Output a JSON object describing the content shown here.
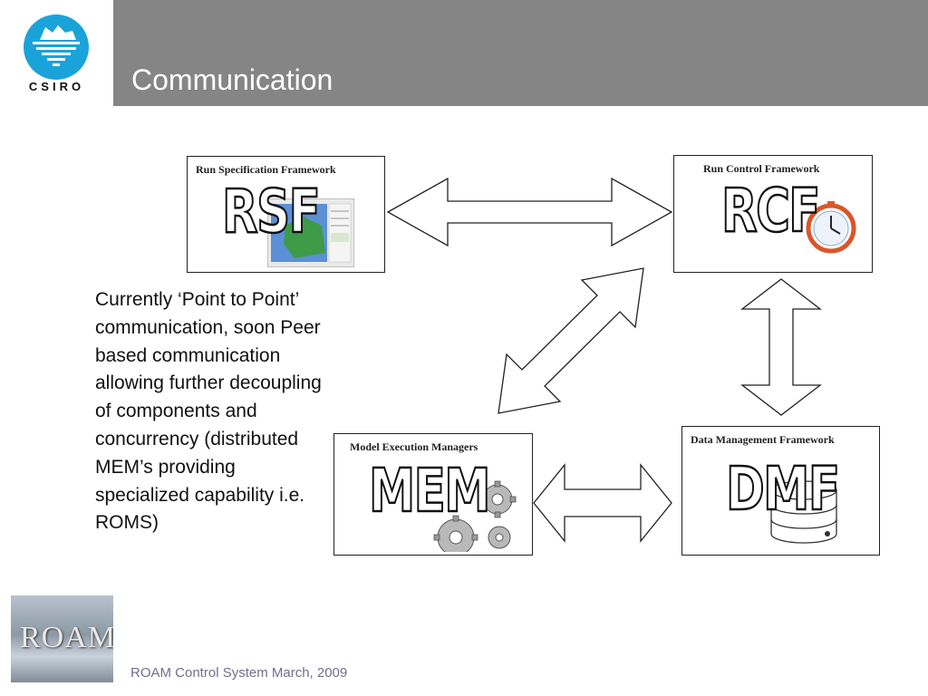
{
  "header": {
    "logo_text": "CSIRO",
    "title": "Communication"
  },
  "diagram": {
    "boxes": {
      "rsf": {
        "label": "Run Specification Framework",
        "abbr": "RSF"
      },
      "rcf": {
        "label": "Run Control Framework",
        "abbr": "RCF"
      },
      "mem": {
        "label": "Model Execution Managers",
        "abbr": "MEM"
      },
      "dmf": {
        "label": "Data Management Framework",
        "abbr": "DMF"
      }
    }
  },
  "description": "Currently ‘Point to Point’ communication, soon Peer based communication allowing further decoupling of components and concurrency (distributed MEM’s providing specialized capability i.e. ROMS)",
  "footer": {
    "logo_text": "ROAM",
    "text": "ROAM Control System March, 2009"
  },
  "colors": {
    "title_bar": "#858585",
    "logo_blue": "#1aa3d9"
  }
}
